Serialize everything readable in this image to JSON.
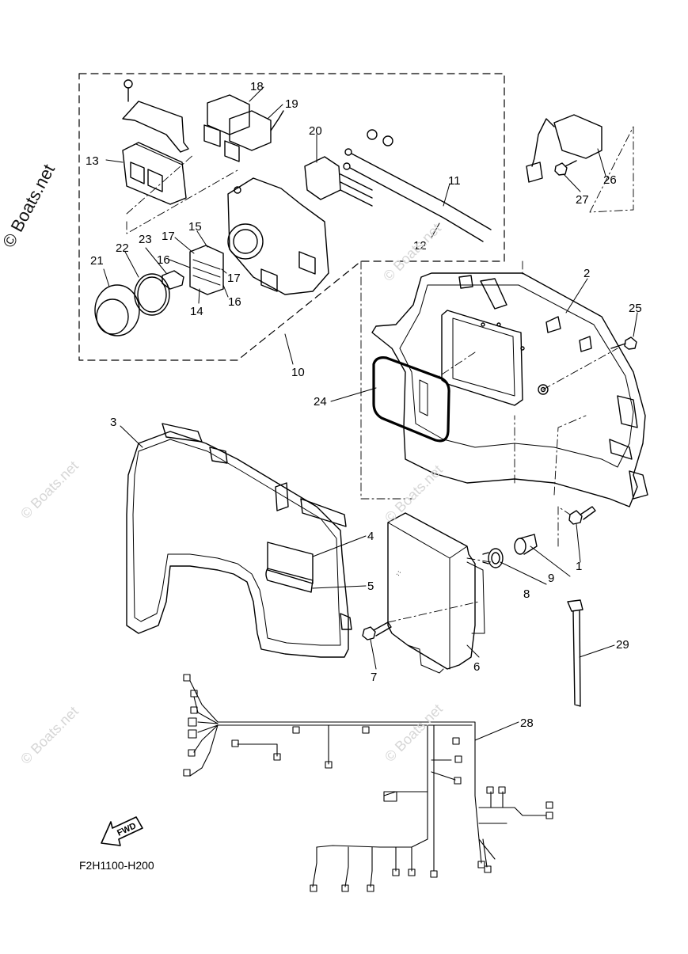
{
  "watermark": {
    "main": "© Boats.net",
    "faint": "© Boats.net"
  },
  "diagram": {
    "code": "F2H1100-H200",
    "fwd_label": "FWD",
    "callouts": {
      "c1": "1",
      "c2": "2",
      "c3": "3",
      "c4": "4",
      "c5": "5",
      "c6": "6",
      "c7": "7",
      "c8": "8",
      "c9": "9",
      "c10": "10",
      "c11": "11",
      "c12": "12",
      "c13": "13",
      "c14": "14",
      "c15": "15",
      "c16a": "16",
      "c16b": "16",
      "c17a": "17",
      "c17b": "17",
      "c18": "18",
      "c19": "19",
      "c20": "20",
      "c21": "21",
      "c22": "22",
      "c23": "23",
      "c24": "24",
      "c25": "25",
      "c26": "26",
      "c27": "27",
      "c28": "28",
      "c29": "29"
    }
  }
}
